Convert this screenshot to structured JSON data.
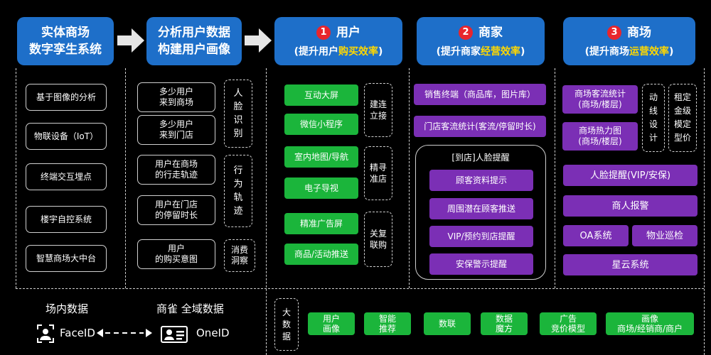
{
  "headers": {
    "h1": "实体商场\n数字孪生系统",
    "h2": "分析用户数据\n构建用户画像",
    "h3": {
      "num": "1",
      "title": "用户",
      "sub_pre": "(提升用户",
      "sub_hl": "购买效率",
      "sub_post": ")"
    },
    "h4": {
      "num": "2",
      "title": "商家",
      "sub_pre": "(提升商家",
      "sub_hl": "经营效率",
      "sub_post": ")"
    },
    "h5": {
      "num": "3",
      "title": "商场",
      "sub_pre": "(提升商场",
      "sub_hl": "运营效率",
      "sub_post": ")"
    }
  },
  "col1": [
    "基于图像的分析",
    "物联设备（IoT）",
    "终端交互埋点",
    "楼宇自控系统",
    "智慧商场大中台"
  ],
  "col2": {
    "items": [
      "多少用户\n来到商场",
      "多少用户\n来到门店",
      "用户在商场\n的行走轨迹",
      "用户在门店\n的停留时长",
      "用户\n的购买意图"
    ],
    "groups": [
      "人\n脸\n识\n别",
      "行\n为\n轨\n迹",
      "消费\n洞察"
    ]
  },
  "col3": {
    "items": [
      "互动大屏",
      "微信小程序",
      "室内地图/导航",
      "电子导视",
      "精准广告屏",
      "商品/活动推送"
    ],
    "groups": [
      "建连\n立接",
      "精寻\n准店",
      "关复\n联购"
    ]
  },
  "col4": {
    "top": [
      "销售终端（商品库，图片库）",
      "门店客流统计(客流/停留时长)"
    ],
    "group_title": "[到店]人脸提醒",
    "group_items": [
      "顾客资料提示",
      "周围潜在顾客推送",
      "VIP/预约到店提醒",
      "安保警示提醒"
    ]
  },
  "col5": {
    "top": [
      "商场客流统计\n(商场/楼层)",
      "商场热力图\n(商场/楼层)"
    ],
    "side": [
      "动\n线\n设\n计",
      "租定\n金级\n模定\n型价"
    ],
    "items": [
      "人脸提醒(VIP/安保)",
      "商人报警",
      "OA系统",
      "物业巡检",
      "星云系统"
    ]
  },
  "bottom": {
    "left_title": "场内数据",
    "right_title": "商雀 全域数据",
    "faceid": "FaceID",
    "oneid": "OneID",
    "bigdata": "大\n数\n据",
    "items": [
      "用户\n画像",
      "智能\n推荐",
      "数联",
      "数据\n魔方",
      "广告\n竞价模型",
      "画像\n商场/经销商/商户"
    ]
  },
  "colors": {
    "blue": "#1e6fc9",
    "green": "#1bb53b",
    "purple": "#7b2fb5",
    "red": "#e8252c",
    "yellow": "#ffd800"
  }
}
